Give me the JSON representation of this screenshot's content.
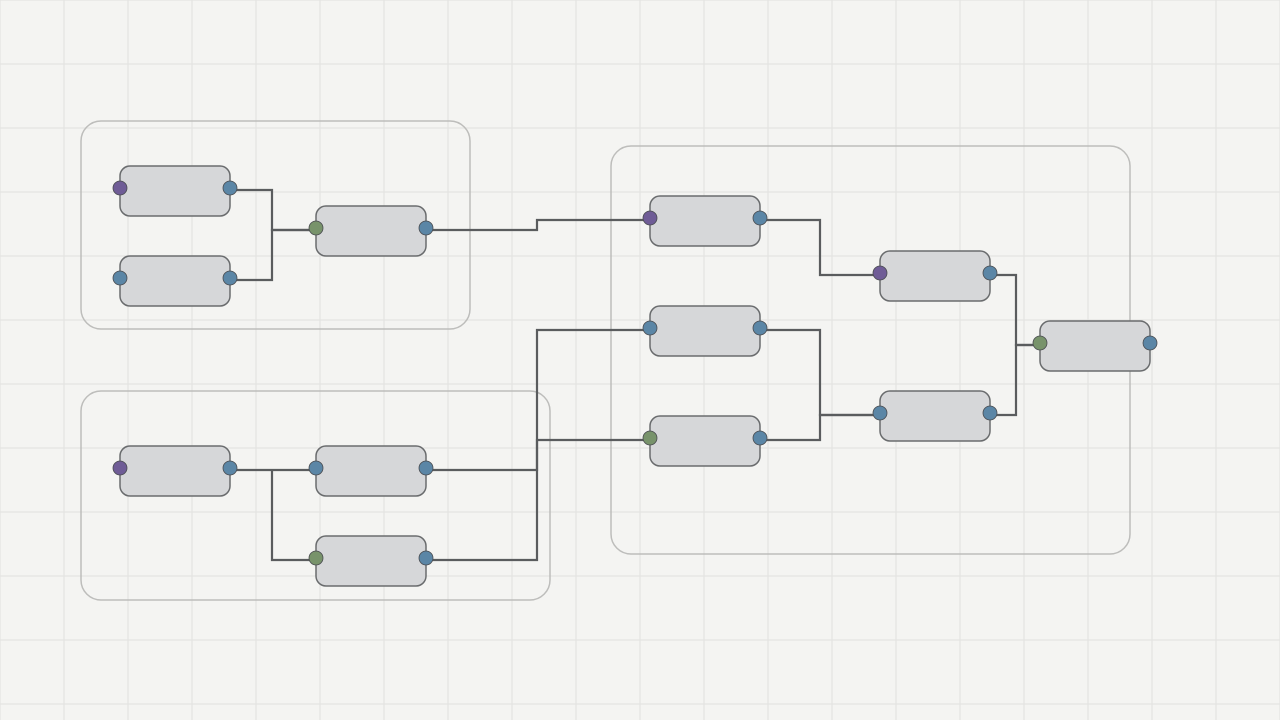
{
  "canvas": {
    "background": "#f4f4f2",
    "grid_visible": true
  },
  "colors": {
    "port_purple": "#6f5c96",
    "port_blue": "#5b86a6",
    "port_green": "#78936b",
    "edge": "#5a5c5e",
    "node_fill": "#d6d7d9"
  },
  "groups": [
    {
      "id": "group-a"
    },
    {
      "id": "group-b"
    },
    {
      "id": "group-c"
    }
  ],
  "nodes": [
    {
      "id": "n1",
      "in_port": "purple",
      "out_port": "blue"
    },
    {
      "id": "n2",
      "in_port": "blue",
      "out_port": "blue"
    },
    {
      "id": "n3",
      "in_port": "green",
      "out_port": "blue"
    },
    {
      "id": "n4",
      "in_port": "purple",
      "out_port": "blue"
    },
    {
      "id": "n5",
      "in_port": "blue",
      "out_port": "blue"
    },
    {
      "id": "n6",
      "in_port": "green",
      "out_port": "blue"
    },
    {
      "id": "n7",
      "in_port": "purple",
      "out_port": "blue"
    },
    {
      "id": "n8",
      "in_port": "blue",
      "out_port": "blue"
    },
    {
      "id": "n9",
      "in_port": "green",
      "out_port": "blue"
    },
    {
      "id": "n10",
      "in_port": "purple",
      "out_port": "blue"
    },
    {
      "id": "n11",
      "in_port": "blue",
      "out_port": "blue"
    },
    {
      "id": "n12",
      "in_port": "green",
      "out_port": "blue"
    }
  ],
  "edges": [
    {
      "from": "n1",
      "to": "n3"
    },
    {
      "from": "n2",
      "to": "n3"
    },
    {
      "from": "n3",
      "to": "n7"
    },
    {
      "from": "n4",
      "to": "n5"
    },
    {
      "from": "n4",
      "to": "n6"
    },
    {
      "from": "n5",
      "to": "n9"
    },
    {
      "from": "n6",
      "to": "n8"
    },
    {
      "from": "n7",
      "to": "n10"
    },
    {
      "from": "n8",
      "to": "n11"
    },
    {
      "from": "n9",
      "to": "n11"
    },
    {
      "from": "n10",
      "to": "n12"
    },
    {
      "from": "n11",
      "to": "n12"
    }
  ]
}
